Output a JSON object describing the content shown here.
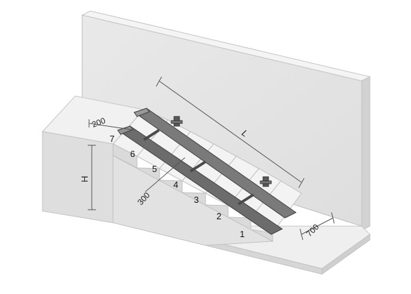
{
  "diagram": {
    "dimensions": {
      "length": "L",
      "height": "H",
      "tread_width": "200",
      "rail_offset": "300",
      "landing_width": "700"
    },
    "step_numbers": [
      "1",
      "2",
      "3",
      "4",
      "5",
      "6",
      "7"
    ],
    "colors": {
      "wall": "#e6e6e6",
      "step_top": "#f2f2f2",
      "step_front": "#dcdcdc",
      "rail": "#6f6f6f",
      "rail_dark": "#4a4a4a",
      "line": "#555555"
    }
  }
}
